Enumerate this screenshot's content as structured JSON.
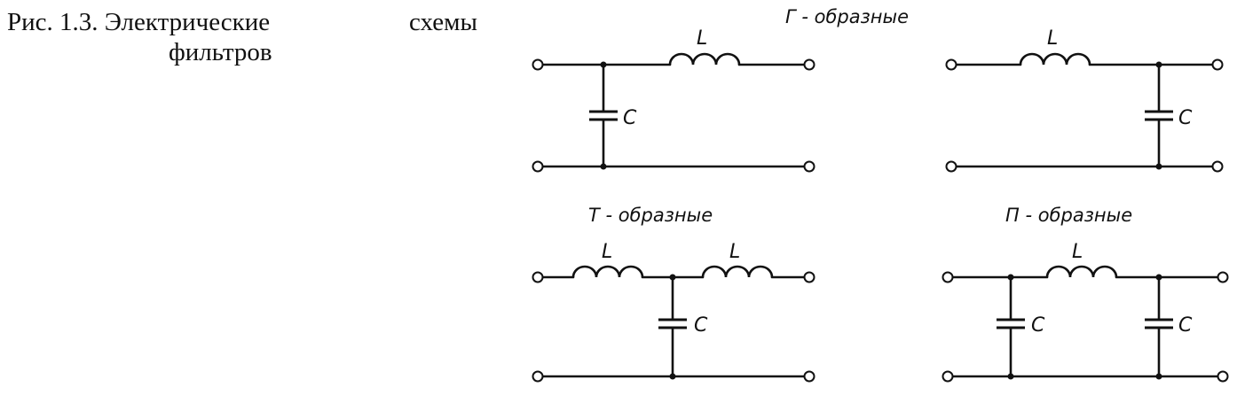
{
  "caption": {
    "part1": "Рис. 1.3. Электрические",
    "part2": "схемы",
    "line2": "фильтров"
  },
  "groups": {
    "g_shaped": "Г - образные",
    "t_shaped": "Т - образные",
    "p_shaped": "П - образные"
  },
  "labels": {
    "inductor": "L",
    "capacitor": "C"
  }
}
